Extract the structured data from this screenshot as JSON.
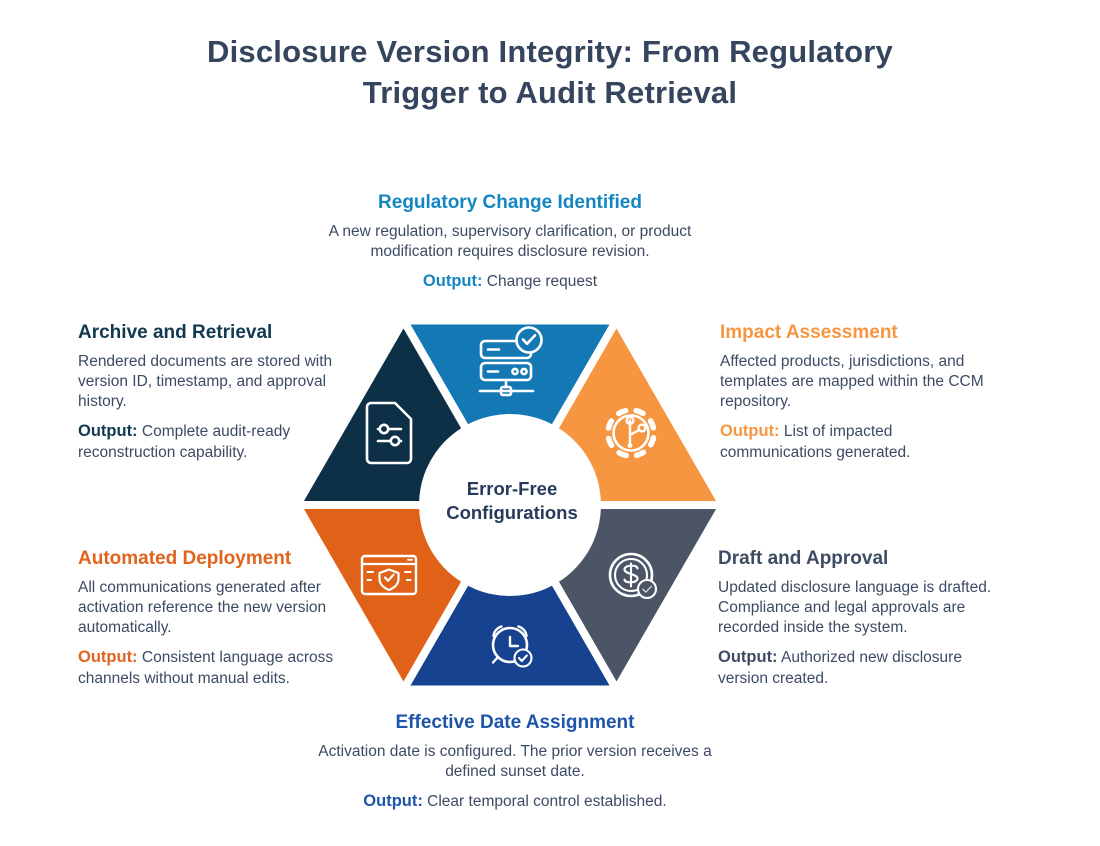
{
  "title": "Disclosure Version Integrity: From Regulatory Trigger to Audit Retrieval",
  "center_label": {
    "line1": "Error-Free",
    "line2": "Configurations"
  },
  "stages": [
    {
      "position": "top",
      "title": "Regulatory Change Identified",
      "body": "A new regulation, supervisory clarification, or product modification requires disclosure revision.",
      "output_label": "Output:",
      "output_text": "Change request",
      "accent_color": "#1486c2",
      "segment_color": "#1478b5",
      "icon": "server-check-icon"
    },
    {
      "position": "right-upper",
      "title": "Impact Assessment",
      "body": "Affected products, jurisdictions, and templates are mapped within the CCM repository.",
      "output_label": "Output:",
      "output_text": "List of impacted communications generated.",
      "accent_color": "#f79640",
      "segment_color": "#f79640",
      "icon": "gear-circuit-icon"
    },
    {
      "position": "right-lower",
      "title": "Draft and Approval",
      "body": "Updated disclosure language is drafted. Compliance and legal approvals are recorded inside the system.",
      "output_label": "Output:",
      "output_text": "Authorized new disclosure version created.",
      "accent_color": "#3e4c63",
      "segment_color": "#4b5566",
      "icon": "dollar-coin-check-icon"
    },
    {
      "position": "bottom",
      "title": "Effective Date Assignment",
      "body": "Activation date is configured. The prior version receives a defined sunset date.",
      "output_label": "Output:",
      "output_text": "Clear temporal control established.",
      "accent_color": "#1d55a8",
      "segment_color": "#17428f",
      "icon": "alarm-clock-check-icon"
    },
    {
      "position": "left-lower",
      "title": "Automated Deployment",
      "body": "All communications generated after activation reference the new version automatically.",
      "output_label": "Output:",
      "output_text": "Consistent language across channels without manual edits.",
      "accent_color": "#e2631c",
      "segment_color": "#e06218",
      "icon": "browser-shield-icon"
    },
    {
      "position": "left-upper",
      "title": "Archive and Retrieval",
      "body": "Rendered documents are stored with version ID, timestamp, and approval history.",
      "output_label": "Output:",
      "output_text": "Complete audit-ready reconstruction capability.",
      "accent_color": "#113950",
      "segment_color": "#0d3047",
      "icon": "document-sliders-icon"
    }
  ],
  "colors": {
    "title_text": "#36455e",
    "body_text": "#3c4a63",
    "center_text": "#273a5a",
    "background": "#ffffff"
  }
}
